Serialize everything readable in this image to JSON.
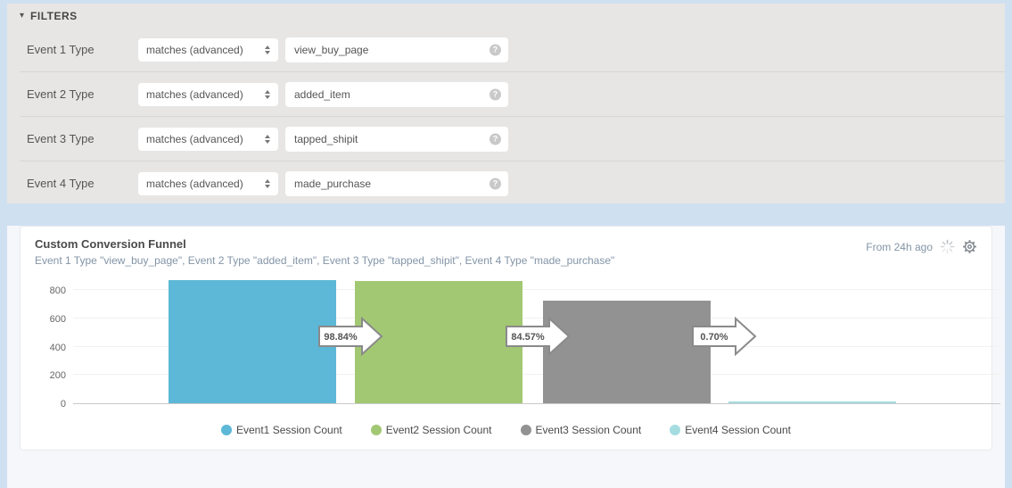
{
  "filters": {
    "caret_glyph": "▾",
    "header": "FILTERS",
    "help_glyph": "?",
    "rows": [
      {
        "label": "Event 1 Type",
        "operator": "matches (advanced)",
        "value": "view_buy_page"
      },
      {
        "label": "Event 2 Type",
        "operator": "matches (advanced)",
        "value": "added_item"
      },
      {
        "label": "Event 3 Type",
        "operator": "matches (advanced)",
        "value": "tapped_shipit"
      },
      {
        "label": "Event 4 Type",
        "operator": "matches (advanced)",
        "value": "made_purchase"
      }
    ]
  },
  "panel": {
    "title": "Custom Conversion Funnel",
    "subtitle": "Event 1 Type \"view_buy_page\", Event 2 Type \"added_item\", Event 3 Type \"tapped_shipit\", Event 4 Type \"made_purchase\"",
    "timeframe": "From 24h ago"
  },
  "chart_data": {
    "type": "bar",
    "title": "Custom Conversion Funnel",
    "categories": [
      "Event1 Session Count",
      "Event2 Session Count",
      "Event3 Session Count",
      "Event4 Session Count"
    ],
    "values": [
      870,
      860,
      727,
      5
    ],
    "colors": [
      "#5cb8d6",
      "#a2c873",
      "#929292",
      "#a4dce0"
    ],
    "conversion_labels": [
      "98.84%",
      "84.57%",
      "0.70%"
    ],
    "yticks": [
      0,
      200,
      400,
      600,
      800
    ],
    "ylim": [
      0,
      880
    ],
    "xlabel": "",
    "ylabel": "",
    "grid": true,
    "legend_position": "bottom"
  }
}
